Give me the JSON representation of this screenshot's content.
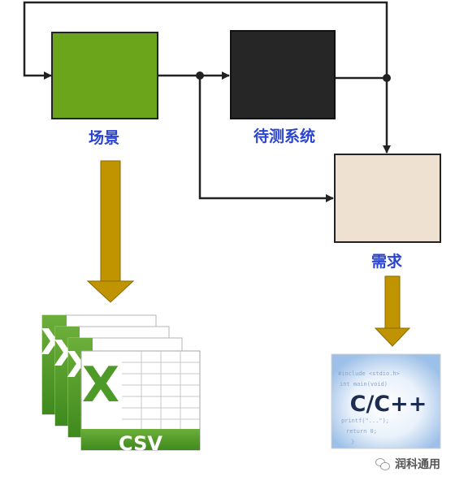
{
  "blocks": {
    "scenario": {
      "label": "场景",
      "color": "#6aa51c"
    },
    "sut": {
      "label": "待测系统",
      "color": "#262626"
    },
    "requirement": {
      "label": "需求",
      "color": "#efe1d2"
    }
  },
  "outputs": {
    "csv_label": "CSV",
    "excel_glyph": "X",
    "code_label": "C/C++"
  },
  "watermark": {
    "text": "润科通用",
    "icon": "wechat-icon"
  },
  "colors": {
    "arrow_gold": "#c09400",
    "label_blue": "#2a44cf",
    "line": "#222222"
  }
}
